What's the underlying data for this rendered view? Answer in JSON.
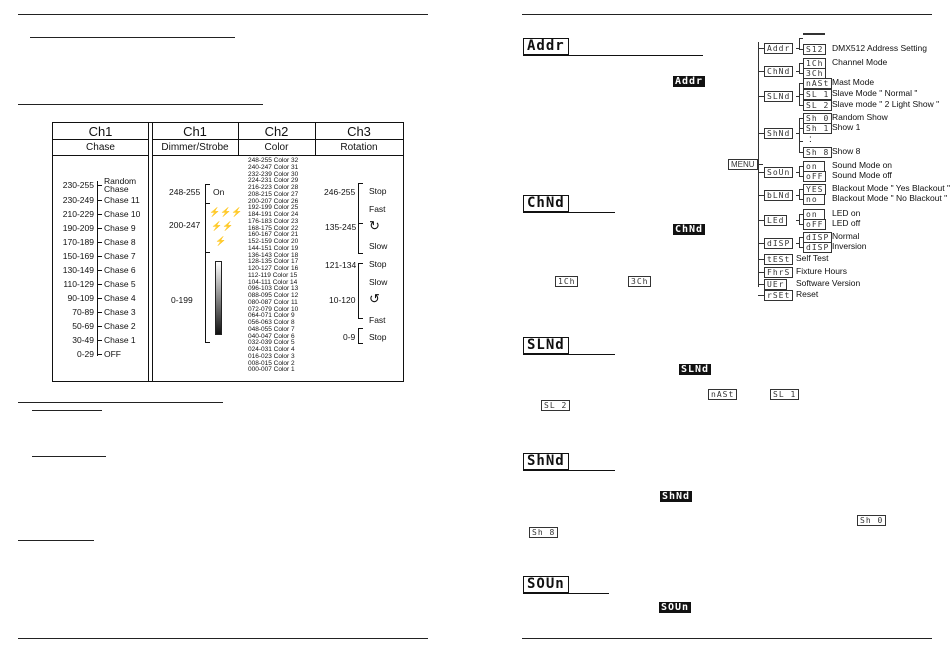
{
  "left_page": {
    "table": {
      "chase": {
        "header": "Ch1",
        "sub": "Chase",
        "rows": [
          {
            "range": "230-255",
            "label": "Random Chase"
          },
          {
            "range": "230-249",
            "label": "Chase 11"
          },
          {
            "range": "210-229",
            "label": "Chase 10"
          },
          {
            "range": "190-209",
            "label": "Chase 9"
          },
          {
            "range": "170-189",
            "label": "Chase 8"
          },
          {
            "range": "150-169",
            "label": "Chase 7"
          },
          {
            "range": "130-149",
            "label": "Chase 6"
          },
          {
            "range": "110-129",
            "label": "Chase 5"
          },
          {
            "range": "90-109",
            "label": "Chase 4"
          },
          {
            "range": "70-89",
            "label": "Chase 3"
          },
          {
            "range": "50-69",
            "label": "Chase 2"
          },
          {
            "range": "30-49",
            "label": "Chase 1"
          },
          {
            "range": "0-29",
            "label": "OFF"
          }
        ]
      },
      "ch1": {
        "header": "Ch1",
        "sub": "Dimmer/Strobe",
        "on_range": "248-255",
        "on_label": "On",
        "strobe_range": "200-247",
        "dim_range": "0-199"
      },
      "ch2": {
        "header": "Ch2",
        "sub": "Color",
        "rows": [
          "248-255 Color 32",
          "240-247 Color 31",
          "232-239 Color 30",
          "224-231 Color 29",
          "216-223 Color 28",
          "208-215 Color 27",
          "200-207 Color 26",
          "192-199 Color 25",
          "184-191 Color 24",
          "176-183 Color 23",
          "168-175 Color 22",
          "160-167 Color 21",
          "152-159 Color 20",
          "144-151 Color 19",
          "136-143 Color 18",
          "128-135 Color 17",
          "120-127 Color 16",
          "112-119 Color 15",
          "104-111 Color 14",
          "096-103 Color 13",
          "088-095 Color 12",
          "080-087 Color 11",
          "072-079 Color 10",
          "064-071 Color 9",
          "056-063 Color 8",
          "048-055 Color 7",
          "040-047 Color 6",
          "032-039 Color 5",
          "024-031 Color 4",
          "016-023 Color 3",
          "008-015 Color 2",
          "000-007 Color 1"
        ]
      },
      "ch3": {
        "header": "Ch3",
        "sub": "Rotation",
        "r1": "246-255",
        "stop1": "Stop",
        "fast1": "Fast",
        "r2": "135-245",
        "slow1": "Slow",
        "r3": "121-134",
        "stop2": "Stop",
        "slow2": "Slow",
        "r4": "10-120",
        "fast2": "Fast",
        "r5": "0-9",
        "stop3": "Stop"
      }
    }
  },
  "right_page": {
    "sections": [
      {
        "seg": "Addr",
        "inline": "Addr"
      },
      {
        "seg": "ChNd",
        "inline": "ChNd",
        "opt1": "1Ch",
        "opt2": "3Ch"
      },
      {
        "seg": "SLNd",
        "inline": "SLNd",
        "opt1": "nASt",
        "opt2": "SL 1",
        "opt3": "SL 2"
      },
      {
        "seg": "ShNd",
        "inline": "ShNd",
        "opt1": "Sh 0",
        "opt2": "Sh 8"
      },
      {
        "seg": "SOUn",
        "inline": "SOUn"
      }
    ],
    "menu": {
      "label": "MENU",
      "items": [
        {
          "seg": "Addr",
          "subs": [
            {
              "seg": "",
              "text": ""
            },
            {
              "seg": "S12",
              "text": "DMX512 Address Setting"
            }
          ]
        },
        {
          "seg": "ChNd",
          "subs": [
            {
              "seg": "1Ch",
              "text": "Channel Mode"
            },
            {
              "seg": "3Ch",
              "text": ""
            }
          ]
        },
        {
          "seg": "SLNd",
          "subs": [
            {
              "seg": "nASt",
              "text": "Mast Mode"
            },
            {
              "seg": "SL 1",
              "text": "Slave Mode \" Normal \""
            },
            {
              "seg": "SL 2",
              "text": "Slave mode \" 2 Light Show \""
            }
          ]
        },
        {
          "seg": "ShNd",
          "subs": [
            {
              "seg": "Sh 0",
              "text": "Random Show"
            },
            {
              "seg": "Sh 1",
              "text": "Show 1"
            },
            {
              "seg": ":",
              "text": ""
            },
            {
              "seg": "Sh 8",
              "text": "Show 8"
            }
          ]
        },
        {
          "seg": "SoUn",
          "subs": [
            {
              "seg": "on",
              "text": "Sound Mode on"
            },
            {
              "seg": "oFF",
              "text": "Sound Mode off"
            }
          ]
        },
        {
          "seg": "bLNd",
          "subs": [
            {
              "seg": "YES",
              "text": "Blackout Mode \" Yes Blackout \""
            },
            {
              "seg": "no",
              "text": "Blackout Mode \" No Blackout \""
            }
          ]
        },
        {
          "seg": "LEd",
          "subs": [
            {
              "seg": "on",
              "text": "LED on"
            },
            {
              "seg": "oFF",
              "text": "LED off"
            }
          ]
        },
        {
          "seg": "dISP",
          "subs": [
            {
              "seg": "dISP",
              "text": "Normal"
            },
            {
              "seg": "dISP",
              "text": "Inversion"
            }
          ]
        },
        {
          "seg": "tESt",
          "text": "Self Test"
        },
        {
          "seg": "FhrS",
          "text": "Fixture Hours"
        },
        {
          "seg": "UEr",
          "text": "Software Version"
        },
        {
          "seg": "rSEt",
          "text": "Reset"
        }
      ]
    }
  }
}
